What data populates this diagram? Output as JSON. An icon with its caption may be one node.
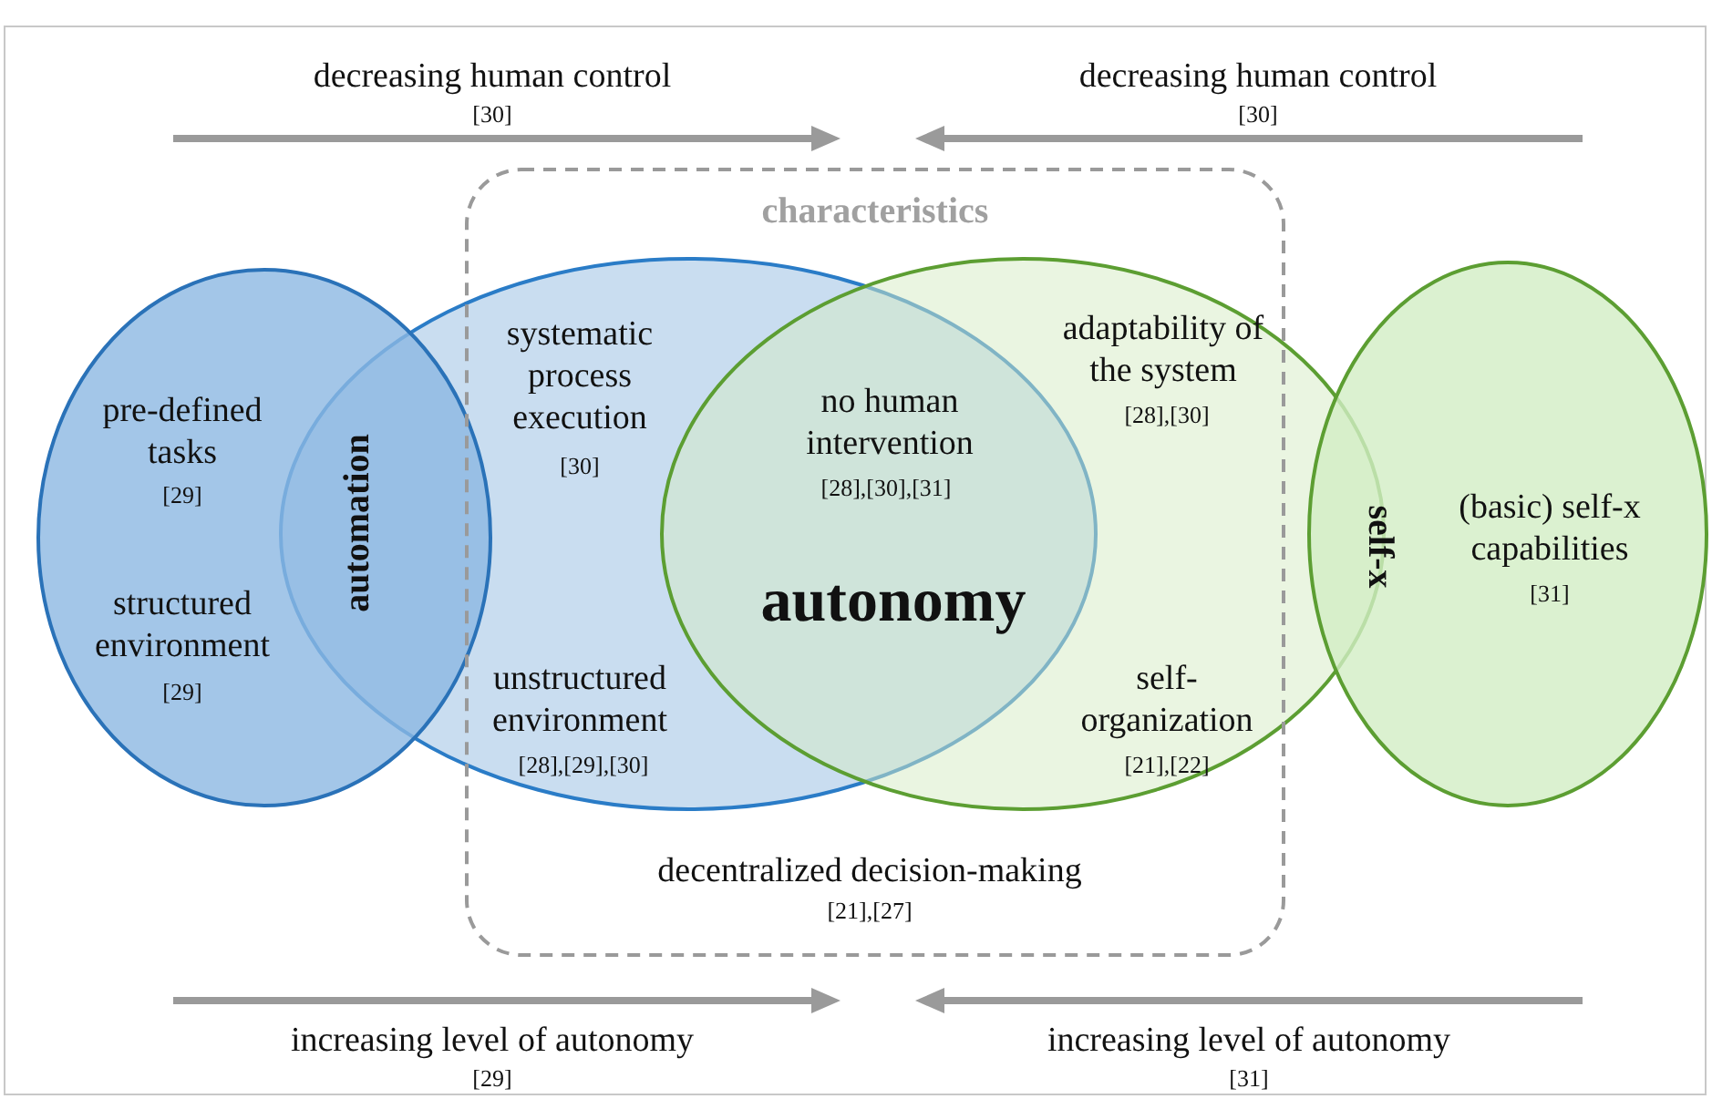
{
  "diagram": {
    "nodes": [
      {
        "text": [
          "characteristics",
          "decentralized decision-making",
          "[21],[27]"
        ]
      },
      {
        "text": [
          "systematic process execution",
          "[30]",
          "unstructured environment",
          "[28],[29],[30]"
        ]
      },
      {
        "text": [
          "adaptability of the system",
          "[28],[30]",
          "self-organization",
          "[21],[22]"
        ]
      },
      {
        "text": [
          "pre-defined tasks",
          "[29]",
          "structured environment",
          "[29]",
          "automation"
        ]
      },
      {
        "text": [
          "self-x",
          "(basic) self-x capabilities",
          "[31]"
        ]
      }
    ],
    "edges": [],
    "labels": [
      "decreasing human control",
      "[30]",
      "decreasing human control",
      "[30]",
      "no human intervention",
      "[28],[30],[31]",
      "autonomy",
      "increasing level of autonomy",
      "[29]",
      "increasing level of autonomy",
      "[31]"
    ]
  }
}
